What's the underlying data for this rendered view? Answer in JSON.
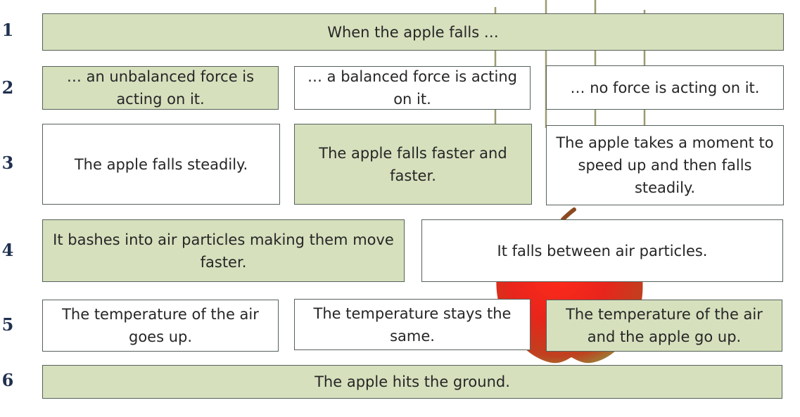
{
  "colors": {
    "selected_fill": "#d6e0bd",
    "unselected_fill": "#ffffff",
    "border": "#55615a",
    "row_number": "#1f3050",
    "apple_red": "#e8251c",
    "apple_green": "#8a9a40",
    "branch": "#9b9b70"
  },
  "rows": [
    {
      "number": "1",
      "options": [
        {
          "text": "When the apple falls …",
          "selected": true
        }
      ]
    },
    {
      "number": "2",
      "options": [
        {
          "text": "… an unbalanced force is acting on it.",
          "selected": true
        },
        {
          "text": "… a balanced force is acting on it.",
          "selected": false
        },
        {
          "text": "… no force is acting on it.",
          "selected": false
        }
      ]
    },
    {
      "number": "3",
      "options": [
        {
          "text": "The apple falls steadily.",
          "selected": false
        },
        {
          "text": "The apple falls faster and faster.",
          "selected": true
        },
        {
          "text": "The apple takes a moment to speed up and then falls steadily.",
          "selected": false
        }
      ]
    },
    {
      "number": "4",
      "options": [
        {
          "text": "It bashes into air particles making them move faster.",
          "selected": true
        },
        {
          "text": "It falls between air particles.",
          "selected": false
        }
      ]
    },
    {
      "number": "5",
      "options": [
        {
          "text": "The temperature of the air goes up.",
          "selected": false
        },
        {
          "text": "The temperature stays the same.",
          "selected": false
        },
        {
          "text": "The temperature of the air and the apple go up.",
          "selected": true
        }
      ]
    },
    {
      "number": "6",
      "options": [
        {
          "text": "The apple hits the ground.",
          "selected": true
        }
      ]
    }
  ]
}
